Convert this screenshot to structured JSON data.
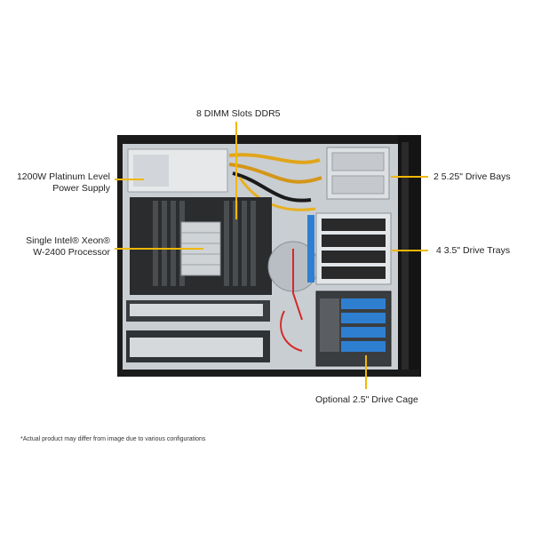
{
  "callouts": {
    "dimm": "8 DIMM Slots DDR5",
    "psu_line1": "1200W Platinum Level",
    "psu_line2": "Power Supply",
    "cpu_line1": "Single Intel® Xeon®",
    "cpu_line2": "W-2400 Processor",
    "bays525": "2 5.25\" Drive Bays",
    "trays35": "4 3.5\" Drive Trays",
    "cage25": "Optional 2.5\" Drive Cage"
  },
  "footnote": "*Actual product may differ from image due to various configurations",
  "colors": {
    "leader": "#f2b705",
    "drive_tray_blue": "#2f7fd1",
    "chassis_black": "#1b1b1b",
    "chassis_steel": "#c9ced3"
  }
}
